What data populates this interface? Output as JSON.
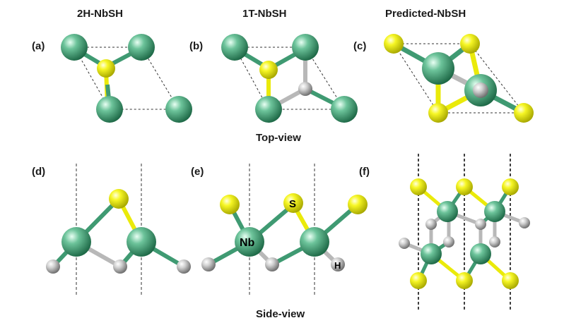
{
  "titles": {
    "col1": "2H-NbSH",
    "col2": "1T-NbSH",
    "col3": "Predicted-NbSH"
  },
  "view_labels": {
    "top": "Top-view",
    "side": "Side-view"
  },
  "panel_labels": {
    "a": "(a)",
    "b": "(b)",
    "c": "(c)",
    "d": "(d)",
    "e": "(e)",
    "f": "(f)"
  },
  "atom_labels": {
    "nb": "Nb",
    "s": "S",
    "h": "H"
  },
  "colors": {
    "nb": "#3f9a72",
    "s": "#eaea0a",
    "h": "#b8b8b8",
    "background": "#ffffff"
  }
}
